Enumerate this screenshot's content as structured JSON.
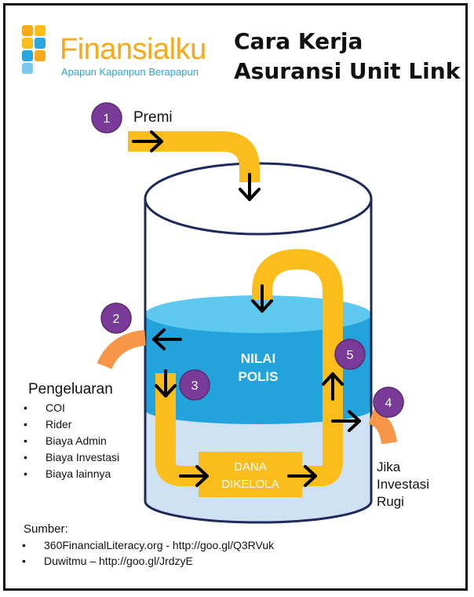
{
  "brand": {
    "name": "Finansialku",
    "tagline": "Apapun Kapanpun Berapapun",
    "colors": {
      "orange": "#f7a81b",
      "blue": "#2aa6de"
    }
  },
  "title": {
    "line1": "Cara Kerja",
    "line2": "Asuransi Unit Link"
  },
  "steps": [
    {
      "number": "1",
      "label": "Premi"
    },
    {
      "number": "2",
      "label": "Pengeluaran"
    },
    {
      "number": "3",
      "label": ""
    },
    {
      "number": "4",
      "label": "Jika Investasi Rugi"
    },
    {
      "number": "5",
      "label": ""
    }
  ],
  "premi_label": "Premi",
  "nilai_polis": {
    "line1": "NILAI",
    "line2": "POLIS"
  },
  "dana_dikelola": {
    "line1": "DANA",
    "line2": "DIKELOLA"
  },
  "pengeluaran": {
    "title": "Pengeluaran",
    "items": [
      "COI",
      "Rider",
      "Biaya Admin",
      "Biaya Investasi",
      "Biaya lainnya"
    ]
  },
  "rugi": {
    "line1": "Jika",
    "line2": "Investasi",
    "line3": "Rugi"
  },
  "sumber": {
    "title": "Sumber:",
    "items": [
      "360FinancialLiteracy.org - http://goo.gl/Q3RVuk",
      "Duwitmu – http://goo.gl/JrdzyE"
    ]
  },
  "colors": {
    "arrow": "#fbbd1c",
    "water": "#22a3dc",
    "water_top": "#5ec8ee",
    "lower_fluid": "#cfe2f3",
    "circle": "#7a3b98",
    "outflow": "#f79646"
  }
}
